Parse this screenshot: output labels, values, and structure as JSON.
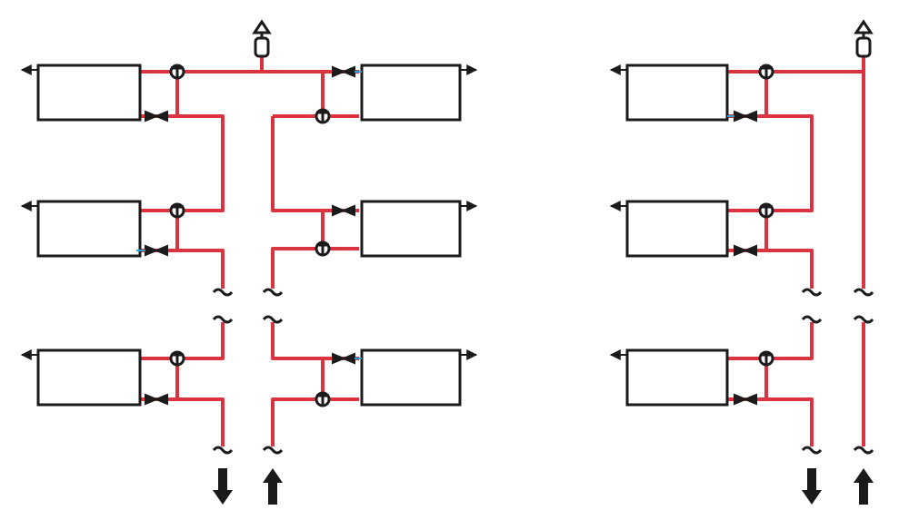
{
  "colors": {
    "pipe": "#d9343f",
    "outline": "#1b1b1b",
    "valve_accent": "#2a9fd6",
    "background": "#ffffff"
  },
  "diagrams": [
    {
      "id": "two-riser-system",
      "risers": 2,
      "radiators_per_riser": 3,
      "risers_in_flow": [
        "supply",
        "return"
      ]
    },
    {
      "id": "one-riser-system",
      "risers": 1,
      "radiators_per_riser": 3
    }
  ],
  "icons": [
    "radiator",
    "thermostatic-valve-icon",
    "lockshield-valve-icon",
    "air-vent-icon",
    "pipe-break-icon",
    "flow-arrow-icon"
  ]
}
